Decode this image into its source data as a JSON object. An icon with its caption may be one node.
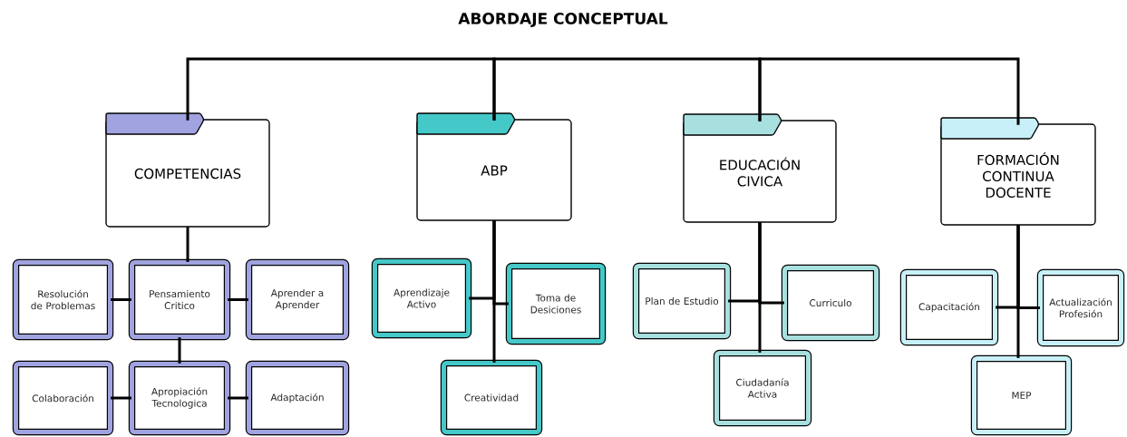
{
  "diagram": {
    "title": "ABORDAJE CONCEPTUAL",
    "nodes": [
      {
        "text": [
          "COMPETENCIAS"
        ]
      },
      {
        "text": [
          "ABP"
        ]
      },
      {
        "text": [
          "EDUCACIÓN CIVICA"
        ]
      },
      {
        "text": [
          "FORMACIÓN CONTINUA DOCENTE"
        ]
      },
      {
        "text": [
          "Resolución de Problemas"
        ]
      },
      {
        "text": [
          "Pensamiento Critico"
        ]
      },
      {
        "text": [
          "Aprender a Aprender"
        ]
      },
      {
        "text": [
          "Colaboración"
        ]
      },
      {
        "text": [
          "Apropiación Tecnologica"
        ]
      },
      {
        "text": [
          "Adaptación"
        ]
      },
      {
        "text": [
          "Aprendizaje Activo"
        ]
      },
      {
        "text": [
          "Toma de Desiciones"
        ]
      },
      {
        "text": [
          "Creatividad"
        ]
      },
      {
        "text": [
          "Plan de Estudio"
        ]
      },
      {
        "text": [
          "Curriculo"
        ]
      },
      {
        "text": [
          "Ciudadanía Activa"
        ]
      },
      {
        "text": [
          "Capacitación"
        ]
      },
      {
        "text": [
          "Actualización Profesión"
        ]
      },
      {
        "text": [
          "MEP"
        ]
      }
    ],
    "edges": [
      {
        "from": 0,
        "to": 1,
        "arrow": "none"
      },
      {
        "from": 1,
        "to": 2,
        "arrow": "none"
      },
      {
        "from": 2,
        "to": 3,
        "arrow": "none"
      },
      {
        "from": 0,
        "to": 5,
        "arrow": "none"
      },
      {
        "from": 4,
        "to": 5,
        "arrow": "none"
      },
      {
        "from": 5,
        "to": 6,
        "arrow": "none"
      },
      {
        "from": 5,
        "to": 8,
        "arrow": "none"
      },
      {
        "from": 7,
        "to": 8,
        "arrow": "none"
      },
      {
        "from": 8,
        "to": 9,
        "arrow": "none"
      },
      {
        "from": 1,
        "to": 10,
        "arrow": "none"
      },
      {
        "from": 1,
        "to": 11,
        "arrow": "none"
      },
      {
        "from": 1,
        "to": 12,
        "arrow": "none"
      },
      {
        "from": 2,
        "to": 13,
        "arrow": "none"
      },
      {
        "from": 2,
        "to": 14,
        "arrow": "none"
      },
      {
        "from": 2,
        "to": 15,
        "arrow": "none"
      },
      {
        "from": 3,
        "to": 16,
        "arrow": "none"
      },
      {
        "from": 3,
        "to": 17,
        "arrow": "none"
      },
      {
        "from": 3,
        "to": 18,
        "arrow": "none"
      }
    ]
  }
}
